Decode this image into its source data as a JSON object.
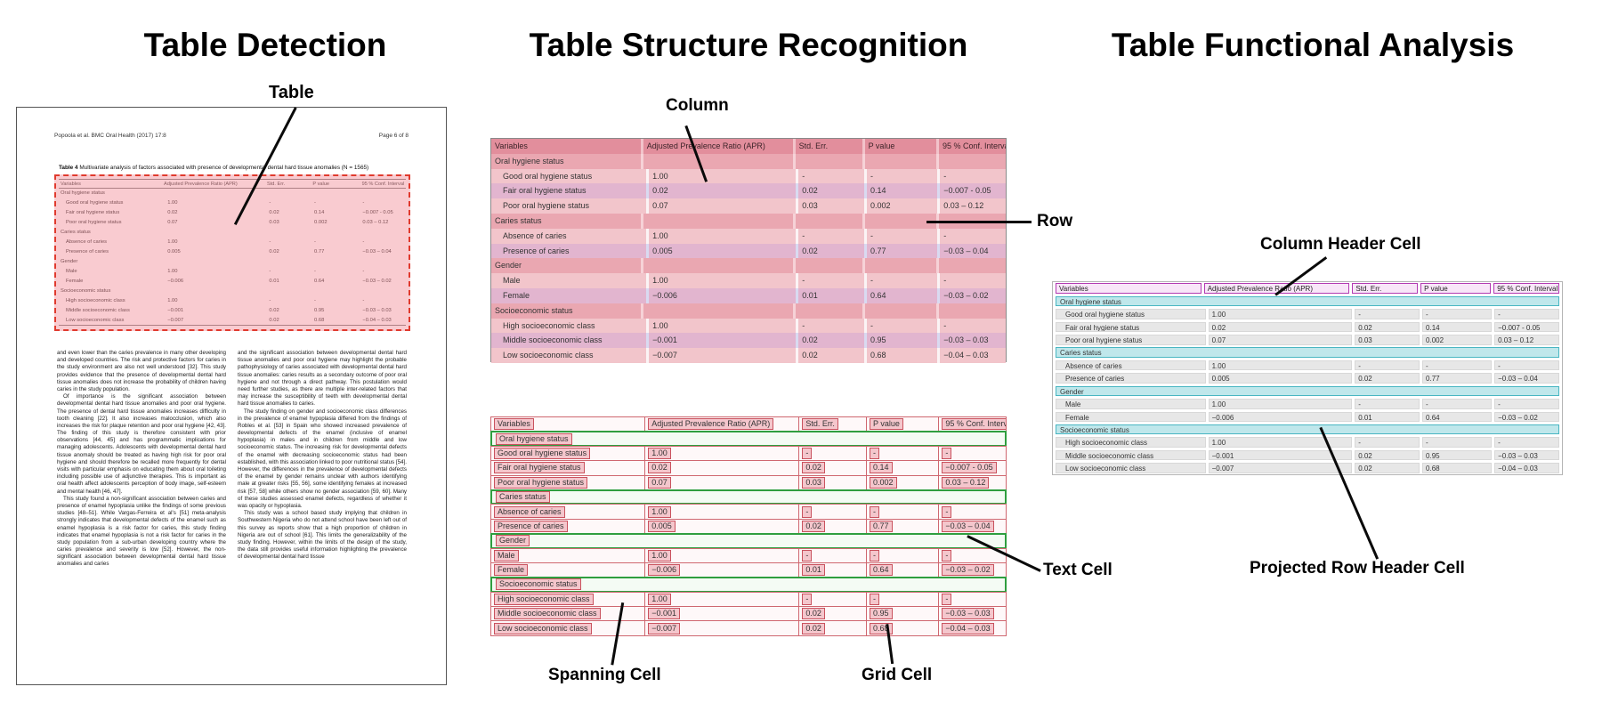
{
  "panels": {
    "detection": {
      "title": "Table Detection",
      "callout_table": "Table"
    },
    "structure": {
      "title": "Table Structure Recognition",
      "callout_column": "Column",
      "callout_row": "Row",
      "callout_spanning": "Spanning Cell",
      "callout_grid": "Grid Cell",
      "callout_text": "Text Cell"
    },
    "functional": {
      "title": "Table Functional Analysis",
      "callout_column_header": "Column Header Cell",
      "callout_projected": "Projected Row Header Cell"
    }
  },
  "document": {
    "header_left": "Popoola et al. BMC Oral Health  (2017) 17:8",
    "header_right": "Page 6 of 8",
    "caption_label": "Table 4",
    "caption_text": "Multivariate analysis of factors associated with presence of developmental dental hard tissue anomalies (N = 1565)",
    "body_col1": [
      "and even lower than the caries prevalence in many other developing and developed countries. The risk and protective factors for caries in the study environment are also not well understood [32]. This study provides evidence that the presence of developmental dental hard tissue anomalies does not increase the probability of children having caries in the study population.",
      "Of importance is the significant association between developmental dental hard tissue anomalies and poor oral hygiene. The presence of dental hard tissue anomalies increases difficulty in tooth cleaning [22]. It also increases malocclusion, which also increases the risk for plaque retention and poor oral hygiene [42, 43]. The finding of this study is therefore consistent with prior observations [44, 45] and has programmatic implications for managing adolescents. Adolescents with developmental dental hard tissue anomaly should be treated as having high risk for poor oral hygiene and should therefore be recalled more frequently for dental visits with particular emphasis on educating them about oral toileting including possible use of adjunctive therapies. This is important as oral health affect adolescents perception of body image, self-esteem and mental health [46, 47].",
      "This study found a non-significant association between caries and presence of enamel hypoplasia unlike the findings of some previous studies [48–51]. While Vargas-Ferreira et al's [51] meta-analysis strongly indicates that developmental defects of the enamel such as enamel hypoplasia is a risk factor for caries, this study finding indicates that enamel hypoplasia is not a risk factor for caries in the study population from a sub-urban developing country where the caries prevalence and severity is low [52]. However, the non-significant association between developmental dental hard tissue anomalies and caries"
    ],
    "body_col2": [
      "and the significant association between developmental dental hard tissue anomalies and poor oral hygiene may highlight the probable pathophysiology of caries associated with developmental dental hard tissue anomalies: caries results as a secondary outcome of poor oral hygiene and not through a direct pathway. This postulation would need further studies, as there are multiple inter-related factors that may increase the susceptibility of teeth with developmental dental hard tissue anomalies to caries.",
      "The study finding on gender and socioeconomic class differences in the prevalence of enamel hypoplasia differed from the findings of Robles et al. [53] in Spain who showed increased prevalence of developmental defects of the enamel (inclusive of enamel hypoplasia) in males and in children from middle and low socioeconomic status. The increasing risk for developmental defects of the enamel with decreasing socioeconomic status had been established, with this association linked to poor nutritional status [54]. However, the differences in the prevalence of developmental defects of the enamel by gender remains unclear with authors identifying male at greater risks [55, 56], some identifying females at increased risk [57, 58] while others show no gender association [59, 60]. Many of these studies assessed enamel defects, regardless of whether it was opacity or hypoplasia.",
      "This study was a school based study implying that children in Southwestern Nigeria who do not attend school have been left out of this survey as reports show that a high proportion of children in Nigeria are out of school [61]. This limits the generalizability of the study finding. However, within the limits of the design of the study, the data still provides useful information highlighting the prevalence of developmental dental hard tissue"
    ]
  },
  "table": {
    "headers": [
      "Variables",
      "Adjusted Prevalence Ratio (APR)",
      "Std. Err.",
      "P value",
      "95 % Conf. Interval"
    ],
    "rows": [
      {
        "type": "section",
        "cells": [
          "Oral hygiene status",
          "",
          "",
          "",
          ""
        ]
      },
      {
        "type": "data",
        "cells": [
          "Good oral hygiene status",
          "1.00",
          "-",
          "-",
          "-"
        ]
      },
      {
        "type": "data",
        "cells": [
          "Fair oral hygiene status",
          "0.02",
          "0.02",
          "0.14",
          "−0.007 - 0.05"
        ]
      },
      {
        "type": "data",
        "cells": [
          "Poor oral hygiene status",
          "0.07",
          "0.03",
          "0.002",
          "0.03 – 0.12"
        ]
      },
      {
        "type": "section",
        "cells": [
          "Caries status",
          "",
          "",
          "",
          ""
        ]
      },
      {
        "type": "data",
        "cells": [
          "Absence of caries",
          "1.00",
          "-",
          "-",
          "-"
        ]
      },
      {
        "type": "data",
        "cells": [
          "Presence of caries",
          "0.005",
          "0.02",
          "0.77",
          "−0.03 – 0.04"
        ]
      },
      {
        "type": "section",
        "cells": [
          "Gender",
          "",
          "",
          "",
          ""
        ]
      },
      {
        "type": "data",
        "cells": [
          "Male",
          "1.00",
          "-",
          "-",
          "-"
        ]
      },
      {
        "type": "data",
        "cells": [
          "Female",
          "−0.006",
          "0.01",
          "0.64",
          "−0.03 – 0.02"
        ]
      },
      {
        "type": "section",
        "cells": [
          "Socioeconomic status",
          "",
          "",
          "",
          ""
        ]
      },
      {
        "type": "data",
        "cells": [
          "High socioeconomic class",
          "1.00",
          "-",
          "-",
          "-"
        ]
      },
      {
        "type": "data",
        "cells": [
          "Middle socioeconomic class",
          "−0.001",
          "0.02",
          "0.95",
          "−0.03 – 0.03"
        ]
      },
      {
        "type": "data",
        "cells": [
          "Low socioeconomic class",
          "−0.007",
          "0.02",
          "0.68",
          "−0.04 – 0.03"
        ]
      }
    ]
  },
  "colors": {
    "detection_fill": "rgba(242,140,150,0.45)",
    "detection_border": "#e03b2f",
    "structure_header_cell": "#e28e9c",
    "structure_header_gap": "#f2c3ca",
    "structure_section_cell": "#eaa7b1",
    "structure_section_gap": "#f6d2d7",
    "structure_light_cell": "#f2c5cb",
    "structure_light_gap": "#fbf4f5",
    "structure_lav_cell": "#e2b5cf",
    "structure_lav_gap": "#d9daf1",
    "grid_cell_border": "#cf6770",
    "text_cell_fill": "#f4c6cc",
    "text_cell_border": "#c9525e",
    "spanning_border": "#2f9e3f",
    "header_cell_border": "#b23ab2",
    "header_cell_fill": "#f8e6f8",
    "projected_fill": "#bfe7eb",
    "projected_border": "#49b6c2",
    "functional_cell_fill": "#e7e7e7"
  }
}
